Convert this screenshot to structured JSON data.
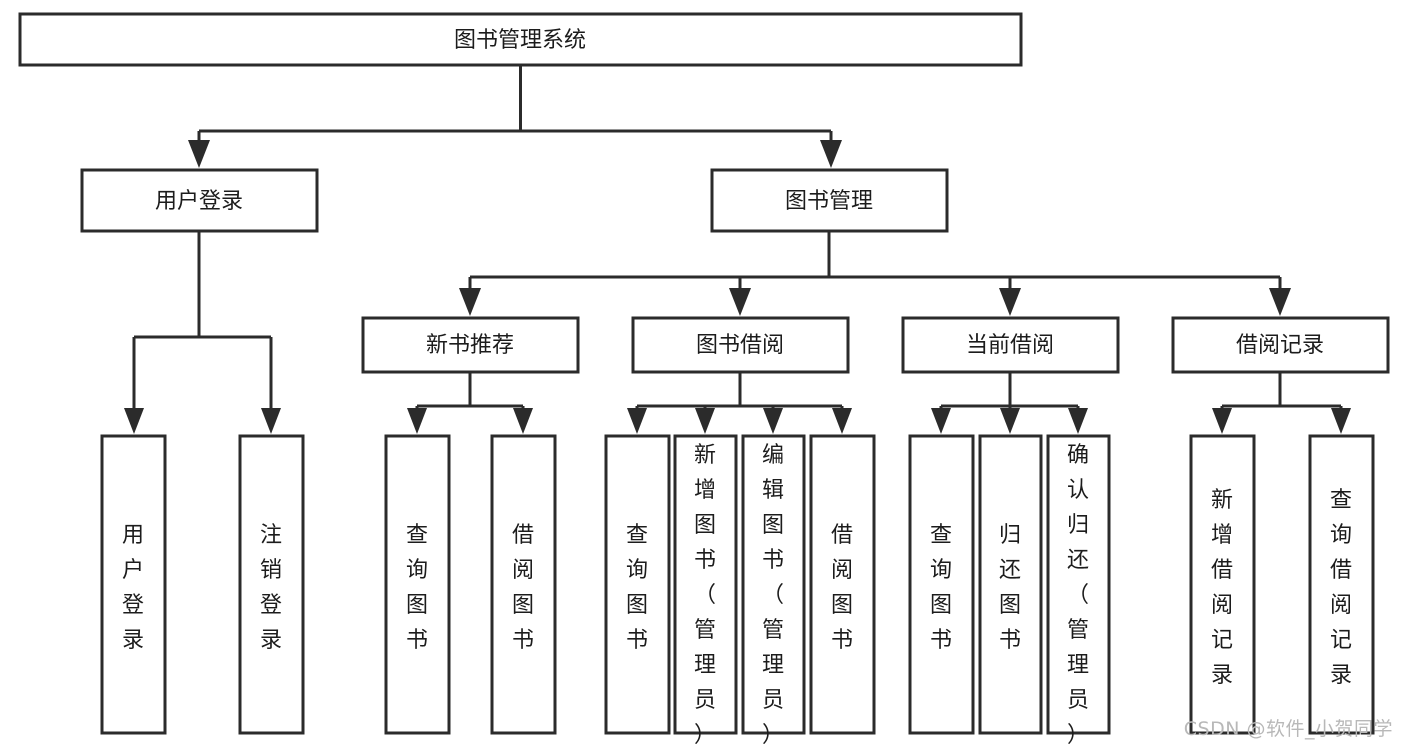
{
  "diagram": {
    "type": "tree",
    "title": "图书管理系统",
    "orientation": "top-down",
    "colors": {
      "box_stroke": "#2b2b2b",
      "box_fill": "#ffffff",
      "connector": "#2b2b2b",
      "text": "#1c1c1c",
      "watermark": "#b8b8b8",
      "background": "#ffffff"
    },
    "root": {
      "id": "root",
      "label": "图书管理系统",
      "orient": "horizontal"
    },
    "level1": [
      {
        "id": "user-login",
        "label": "用户登录",
        "orient": "horizontal"
      },
      {
        "id": "book-management",
        "label": "图书管理",
        "orient": "horizontal"
      }
    ],
    "level2": [
      {
        "id": "new-book-recommend",
        "label": "新书推荐",
        "parent": "book-management",
        "orient": "horizontal"
      },
      {
        "id": "book-borrow",
        "label": "图书借阅",
        "parent": "book-management",
        "orient": "horizontal"
      },
      {
        "id": "current-borrow",
        "label": "当前借阅",
        "parent": "book-management",
        "orient": "horizontal"
      },
      {
        "id": "borrow-record",
        "label": "借阅记录",
        "parent": "book-management",
        "orient": "horizontal"
      }
    ],
    "leaves": [
      {
        "id": "leaf-user-login",
        "label": "用户登录",
        "parent": "user-login",
        "orient": "vertical"
      },
      {
        "id": "leaf-user-logout",
        "label": "注销登录",
        "parent": "user-login",
        "orient": "vertical"
      },
      {
        "id": "leaf-query-book-1",
        "label": "查询图书",
        "parent": "new-book-recommend",
        "orient": "vertical"
      },
      {
        "id": "leaf-borrow-book-1",
        "label": "借阅图书",
        "parent": "new-book-recommend",
        "orient": "vertical"
      },
      {
        "id": "leaf-query-book-2",
        "label": "查询图书",
        "parent": "book-borrow",
        "orient": "vertical"
      },
      {
        "id": "leaf-add-book",
        "label": "新增图书（管理员）",
        "parent": "book-borrow",
        "orient": "vertical"
      },
      {
        "id": "leaf-edit-book",
        "label": "编辑图书（管理员）",
        "parent": "book-borrow",
        "orient": "vertical"
      },
      {
        "id": "leaf-borrow-book-2",
        "label": "借阅图书",
        "parent": "book-borrow",
        "orient": "vertical"
      },
      {
        "id": "leaf-query-book-3",
        "label": "查询图书",
        "parent": "current-borrow",
        "orient": "vertical"
      },
      {
        "id": "leaf-return-book",
        "label": "归还图书",
        "parent": "current-borrow",
        "orient": "vertical"
      },
      {
        "id": "leaf-confirm-return",
        "label": "确认归还（管理员）",
        "parent": "current-borrow",
        "orient": "vertical"
      },
      {
        "id": "leaf-add-record",
        "label": "新增借阅记录",
        "parent": "borrow-record",
        "orient": "vertical"
      },
      {
        "id": "leaf-query-record",
        "label": "查询借阅记录",
        "parent": "borrow-record",
        "orient": "vertical"
      }
    ]
  },
  "watermark": {
    "text": "CSDN @软件_小贺同学"
  }
}
